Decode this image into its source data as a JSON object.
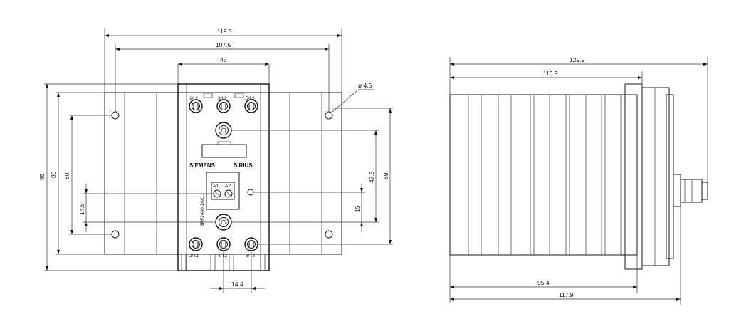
{
  "dimensions": {
    "front_overall_width": "119.5",
    "front_hole_spacing_width": "107.5",
    "front_module_width": "45",
    "hole_diameter": "ø 4.5",
    "front_overall_height": "95",
    "front_height_80": "80",
    "front_height_60": "60",
    "front_height_14_5": "14.5",
    "front_height_47_5": "47.5",
    "front_height_69": "69",
    "front_height_15": "15",
    "front_terminal_spacing": "14.4",
    "side_overall_depth": "129.9",
    "side_depth_113_9": "113.9",
    "side_heatsink_depth": "95.4",
    "side_depth_117_9": "117.9"
  },
  "terminals": {
    "t1": "1/L1",
    "t2": "3/L2",
    "t3": "5/L3",
    "t4": "2/T1",
    "t5": "4/T2",
    "t6": "6/T3",
    "a1": "A1",
    "a2": "A2"
  },
  "labels": {
    "brand": "SIEMENS",
    "product_line": "SIRIUS",
    "model": "3RF2440-1AC.."
  }
}
